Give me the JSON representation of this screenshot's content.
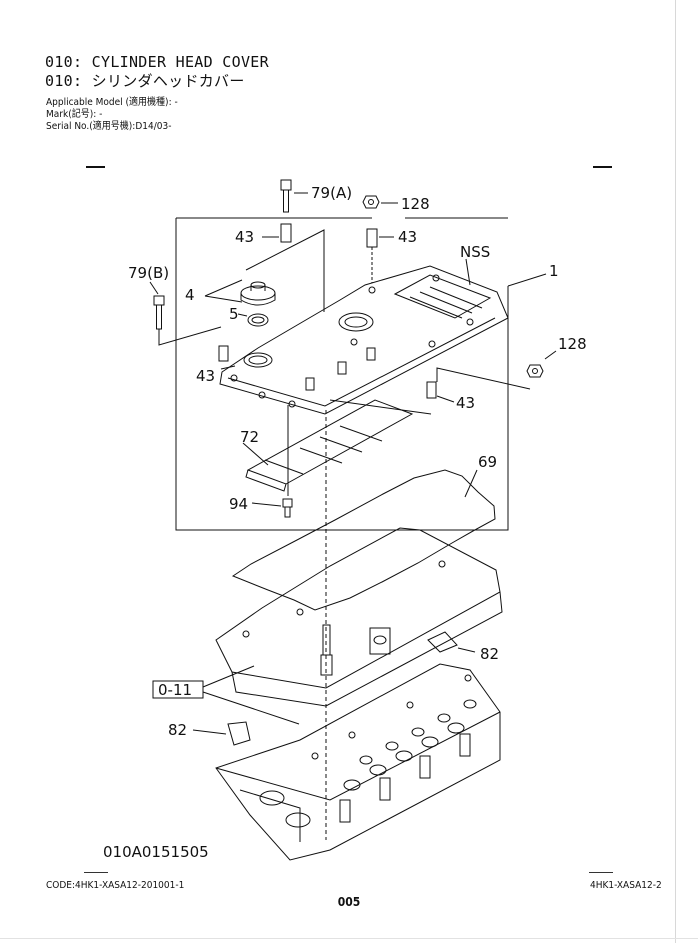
{
  "header": {
    "title_en": "010: CYLINDER HEAD COVER",
    "title_jp": "010: シリンダヘッドカバー",
    "applicable_model": "Applicable Model (適用機種): -",
    "mark": "Mark(記号): -",
    "serial_no": "Serial No.(適用号機):D14/03-"
  },
  "callouts": {
    "c79a": "79(A)",
    "c128_top": "128",
    "c43_top_left": "43",
    "c43_top_right": "43",
    "cnss": "NSS",
    "c1": "1",
    "c79b": "79(B)",
    "c4": "4",
    "c5": "5",
    "c128_right": "128",
    "c43_left": "43",
    "c43_right": "43",
    "c72": "72",
    "c69": "69",
    "c94": "94",
    "c82_right": "82",
    "c0_11": "0-11",
    "c82_left": "82"
  },
  "drawing_code": "010A0151505",
  "footer": {
    "code": "CODE:4HK1-XASA12-201001-1",
    "model_ref": "4HK1-XASA12-2",
    "page": "005"
  }
}
